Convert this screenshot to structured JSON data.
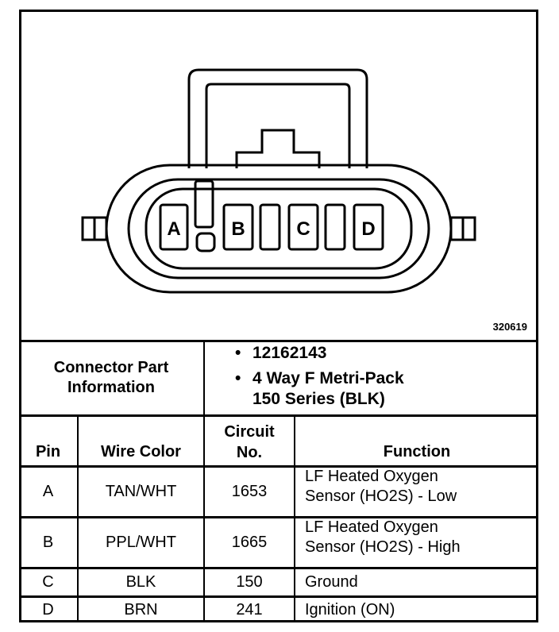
{
  "diagram": {
    "figure_id": "320619",
    "pins": [
      "A",
      "B",
      "C",
      "D"
    ]
  },
  "connector_info": {
    "label": "Connector Part Information",
    "label_line1": "Connector Part",
    "label_line2": "Information",
    "part_number": "12162143",
    "description_line1": "4 Way F Metri-Pack",
    "description_line2": "150 Series (BLK)"
  },
  "table": {
    "headers": {
      "pin": "Pin",
      "wire_color": "Wire Color",
      "circuit_line1": "Circuit",
      "circuit_line2": "No.",
      "function": "Function"
    },
    "rows": [
      {
        "pin": "A",
        "wire_color": "TAN/WHT",
        "circuit": "1653",
        "function_line1": "LF Heated Oxygen",
        "function_line2": "Sensor (HO2S) - Low"
      },
      {
        "pin": "B",
        "wire_color": "PPL/WHT",
        "circuit": "1665",
        "function_line1": "LF Heated Oxygen",
        "function_line2": "Sensor (HO2S) - High"
      },
      {
        "pin": "C",
        "wire_color": "BLK",
        "circuit": "150",
        "function_line1": "Ground",
        "function_line2": ""
      },
      {
        "pin": "D",
        "wire_color": "BRN",
        "circuit": "241",
        "function_line1": "Ignition (ON)",
        "function_line2": ""
      }
    ]
  }
}
